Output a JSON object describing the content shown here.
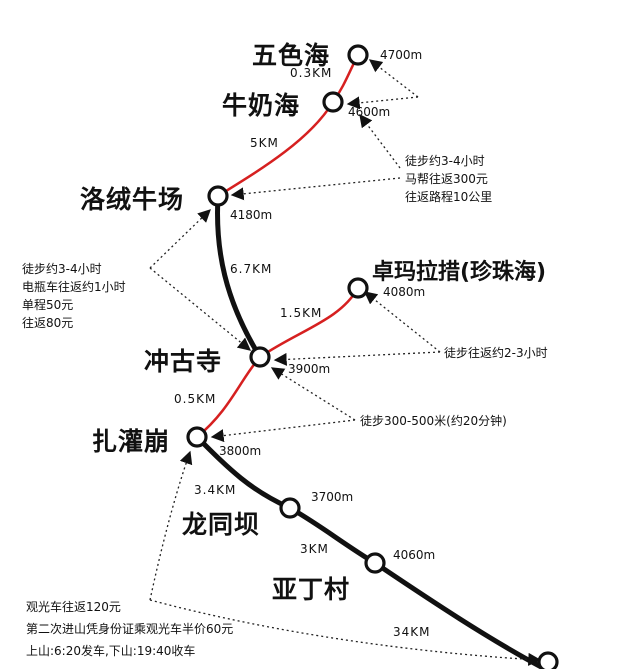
{
  "places": {
    "wuse": "五色海",
    "niunai": "牛奶海",
    "luorong": "洛绒牛场",
    "zhuoma": "卓玛拉措(珍珠海)",
    "chonggu": "冲古寺",
    "zhaguan": "扎灌崩",
    "longtong": "龙同坝",
    "yading": "亚丁村"
  },
  "elevations": {
    "wuse": "4700m",
    "niunai": "4600m",
    "luorong": "4180m",
    "zhuoma": "4080m",
    "chonggu": "3900m",
    "zhaguan": "3800m",
    "longtong": "3700m",
    "yading": "4060m"
  },
  "distances": {
    "wuse_niunai": "0.3KM",
    "niunai_luorong": "5KM",
    "luorong_chonggu": "6.7KM",
    "chonggu_zhuoma": "1.5KM",
    "zhaguan_chonggu": "0.5KM",
    "zhaguan_longtong": "3.4KM",
    "longtong_yading": "3KM",
    "yading_end": "34KM"
  },
  "notes": {
    "luorong_niunai": [
      "徒步约3-4小时",
      "马帮往返300元",
      "往返路程10公里"
    ],
    "chonggu_luorong": [
      "徒步约3-4小时",
      "电瓶车往返约1小时",
      "单程50元",
      "往返80元"
    ],
    "zhuoma_hike": "徒步往返约2-3小时",
    "zhaguan_walk": "徒步300-500米(约20分钟)",
    "bus": [
      "观光车往返120元",
      "第二次进山凭身份证乘观光车半价60元",
      "上山:6:20发车,下山:19:40收车"
    ]
  },
  "colors": {
    "black_route": "#111111",
    "red_route": "#d62020",
    "dotted": "#222222"
  }
}
